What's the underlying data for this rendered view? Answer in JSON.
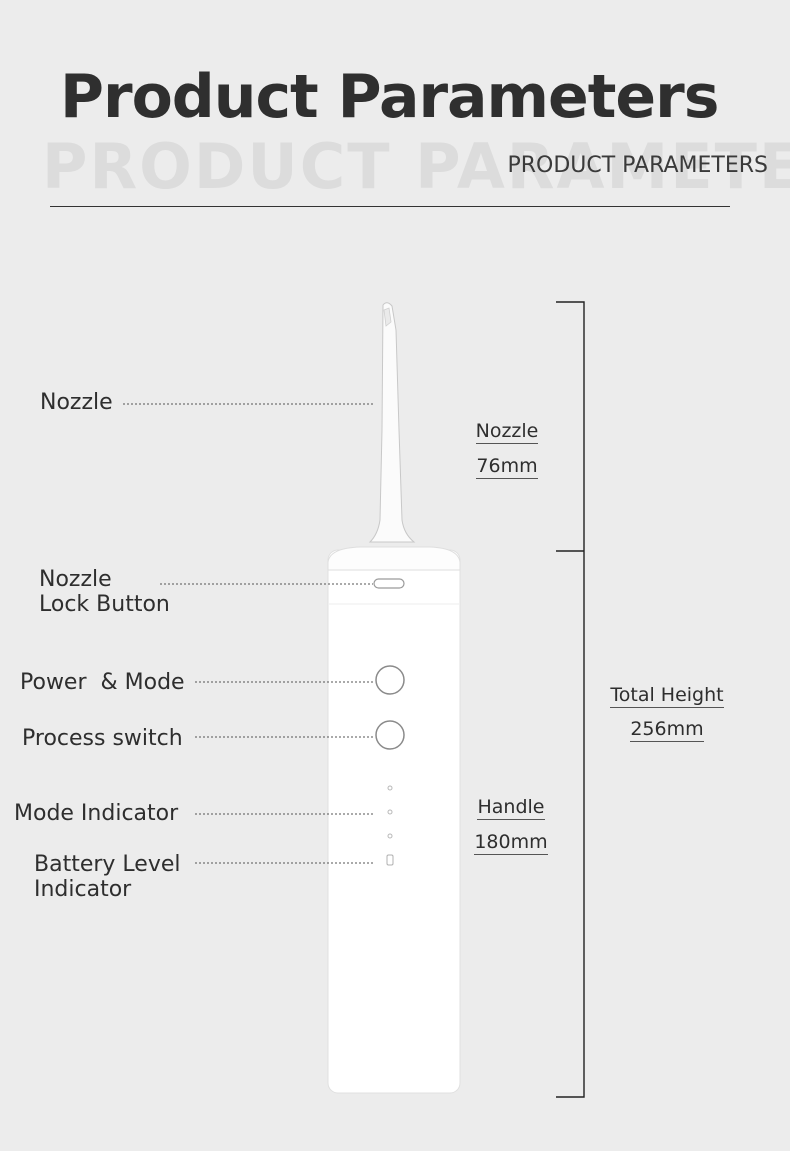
{
  "header": {
    "title": "Product Parameters",
    "watermark": "PRODUCT PARAMETERS",
    "subtitle": "PRODUCT PARAMETERS"
  },
  "labels": {
    "nozzle": "Nozzle",
    "nozzle_lock_line1": "Nozzle",
    "nozzle_lock_line2": "Lock Button",
    "power_mode": "Power  & Mode",
    "process_switch": "Process switch",
    "mode_indicator": "Mode Indicator",
    "battery_line1": "Battery Level",
    "battery_line2": "Indicator"
  },
  "measurements": {
    "nozzle": {
      "name": "Nozzle",
      "value": "76mm"
    },
    "handle": {
      "name": "Handle",
      "value": "180mm"
    },
    "total": {
      "name": "Total Height",
      "value": "256mm"
    }
  },
  "colors": {
    "background": "#ececec",
    "device_body": "#ffffff",
    "text": "#2e2e2e",
    "watermark": "#dcdcdc"
  }
}
